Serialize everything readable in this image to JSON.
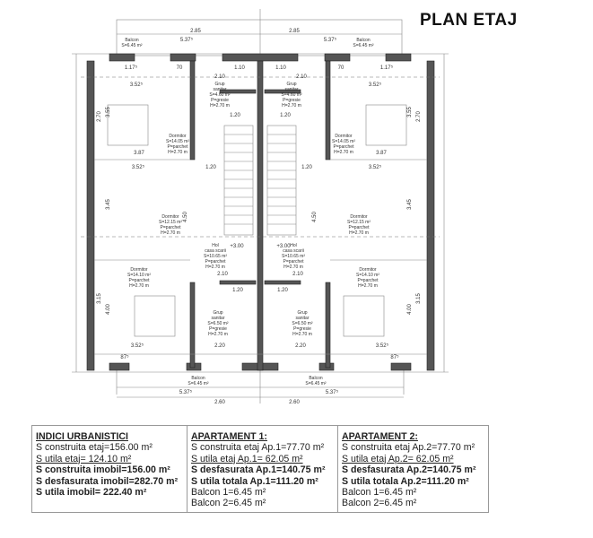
{
  "title": "PLAN ETAJ",
  "plan": {
    "rooms": {
      "balcon_top_l": {
        "name": "Balcon",
        "area": "S=6.45 m²"
      },
      "balcon_top_r": {
        "name": "Balcon",
        "area": "S=6.45 m²"
      },
      "gs_top_l": {
        "name": "Grup",
        "name2": "sanitar",
        "area": "S=4.60 m²",
        "floor": "P=gresie",
        "height": "H=2.70 m"
      },
      "gs_top_r": {
        "name": "Grup",
        "name2": "sanitar",
        "area": "S=4.60 m²",
        "floor": "P=gresie",
        "height": "H=2.70 m"
      },
      "dorm1_l": {
        "name": "Dormitor",
        "area": "S=14.05 m²",
        "floor": "P=parchet",
        "height": "H=2.70 m"
      },
      "dorm1_r": {
        "name": "Dormitor",
        "area": "S=14.05 m²",
        "floor": "P=parchet",
        "height": "H=2.70 m"
      },
      "dorm2_l": {
        "name": "Dormitor",
        "area": "S=12.15 m²",
        "floor": "P=parchet",
        "height": "H=2.70 m"
      },
      "dorm2_r": {
        "name": "Dormitor",
        "area": "S=12.15 m²",
        "floor": "P=parchet",
        "height": "H=2.70 m"
      },
      "hol_l": {
        "name": "Hol",
        "name2": "casa scarii",
        "area": "S=10.65 m²",
        "floor": "P=parchet",
        "height": "H=2.70 m"
      },
      "hol_r": {
        "name": "Hol",
        "name2": "casa scarii",
        "area": "S=10.65 m²",
        "floor": "P=parchet",
        "height": "H=2.70 m"
      },
      "dorm3_l": {
        "name": "Dormitor",
        "area": "S=14.10 m²",
        "floor": "P=parchet",
        "height": "H=2.70 m"
      },
      "dorm3_r": {
        "name": "Dormitor",
        "area": "S=14.10 m²",
        "floor": "P=parchet",
        "height": "H=2.70 m"
      },
      "gs_bot_l": {
        "name": "Grup",
        "name2": "sanitar",
        "area": "S=6.50 m²",
        "floor": "P=gresie",
        "height": "H=2.70 m"
      },
      "gs_bot_r": {
        "name": "Grup",
        "name2": "sanitar",
        "area": "S=6.50 m²",
        "floor": "P=gresie",
        "height": "H=2.70 m"
      },
      "balcon_bot_l": {
        "name": "Balcon",
        "area": "S=6.45 m²"
      },
      "balcon_bot_r": {
        "name": "Balcon",
        "area": "S=6.45 m²"
      }
    },
    "dims": {
      "top_2_85_l": "2.85",
      "top_2_85_r": "2.85",
      "top_5_37_l": "5.37⁵",
      "top_5_37_r": "5.37⁵",
      "d_1_17_l": "1.17⁵",
      "d_1_17_r": "1.17⁵",
      "d_70_l": "70",
      "d_70_r": "70",
      "d_1_10_l": "1.10",
      "d_1_10_r": "1.10",
      "d_2_10_l": "2.10",
      "d_2_10_r": "2.10",
      "d_3_52a_l": "3.52⁵",
      "d_3_52a_r": "3.52⁵",
      "d_3_87_l": "3.87",
      "d_3_87_r": "3.87",
      "d_3_52b_l": "3.52⁵",
      "d_3_52b_r": "3.52⁵",
      "d_1_20a_l": "1.20",
      "d_1_20a_r": "1.20",
      "d_1_20b_l": "1.20",
      "d_1_20b_r": "1.20",
      "d_1_20c_l": "1.20",
      "d_1_20c_r": "1.20",
      "d_2_10b_l": "2.10",
      "d_2_10b_r": "2.10",
      "d_2_20_l": "2.20",
      "d_2_20_r": "2.20",
      "d_3_52c_l": "3.52⁵",
      "d_3_52c_r": "3.52⁵",
      "d_87_l": "87⁵",
      "d_87_r": "87⁵",
      "bot_5_37_l": "5.37⁵",
      "bot_5_37_r": "5.37⁵",
      "bot_2_60_l": "2.60",
      "bot_2_60_r": "2.60",
      "v_3_55_l": "3.55",
      "v_3_55_r": "3.55",
      "v_2_70_l": "2.70",
      "v_2_70_r": "2.70",
      "v_3_45_l": "3.45",
      "v_3_45_r": "3.45",
      "v_4_00_l": "4.00",
      "v_4_00_r": "4.00",
      "v_3_15_l": "3.15",
      "v_3_15_r": "3.15",
      "v_4_50_l": "4.50",
      "v_4_50_r": "4.50",
      "lvl_l": "+3.00",
      "lvl_r": "+3.00"
    }
  },
  "table": {
    "indici": {
      "header": "INDICI URBANISTICI",
      "lines": [
        "S construita etaj=156.00 m²",
        "S utila etaj= 124.10 m²",
        "S construita imobil=156.00 m²",
        "S desfasurata imobil=282.70 m²",
        "S utila imobil= 222.40 m²"
      ]
    },
    "ap1": {
      "header": "APARTAMENT 1:",
      "lines": [
        "S construita etaj Ap.1=77.70 m²",
        "S utila etaj Ap.1= 62.05 m²",
        "S desfasurata Ap.1=140.75 m²",
        "S utila totala Ap.1=111.20 m²",
        "Balcon 1=6.45 m²",
        "Balcon 2=6.45 m²"
      ]
    },
    "ap2": {
      "header": "APARTAMENT 2:",
      "lines": [
        "S construita etaj Ap.2=77.70 m²",
        "S utila etaj Ap.2= 62.05 m²",
        "S desfasurata Ap.2=140.75 m²",
        "S utila totala Ap.2=111.20 m²",
        "Balcon 1=6.45 m²",
        "Balcon 2=6.45 m²"
      ]
    }
  }
}
